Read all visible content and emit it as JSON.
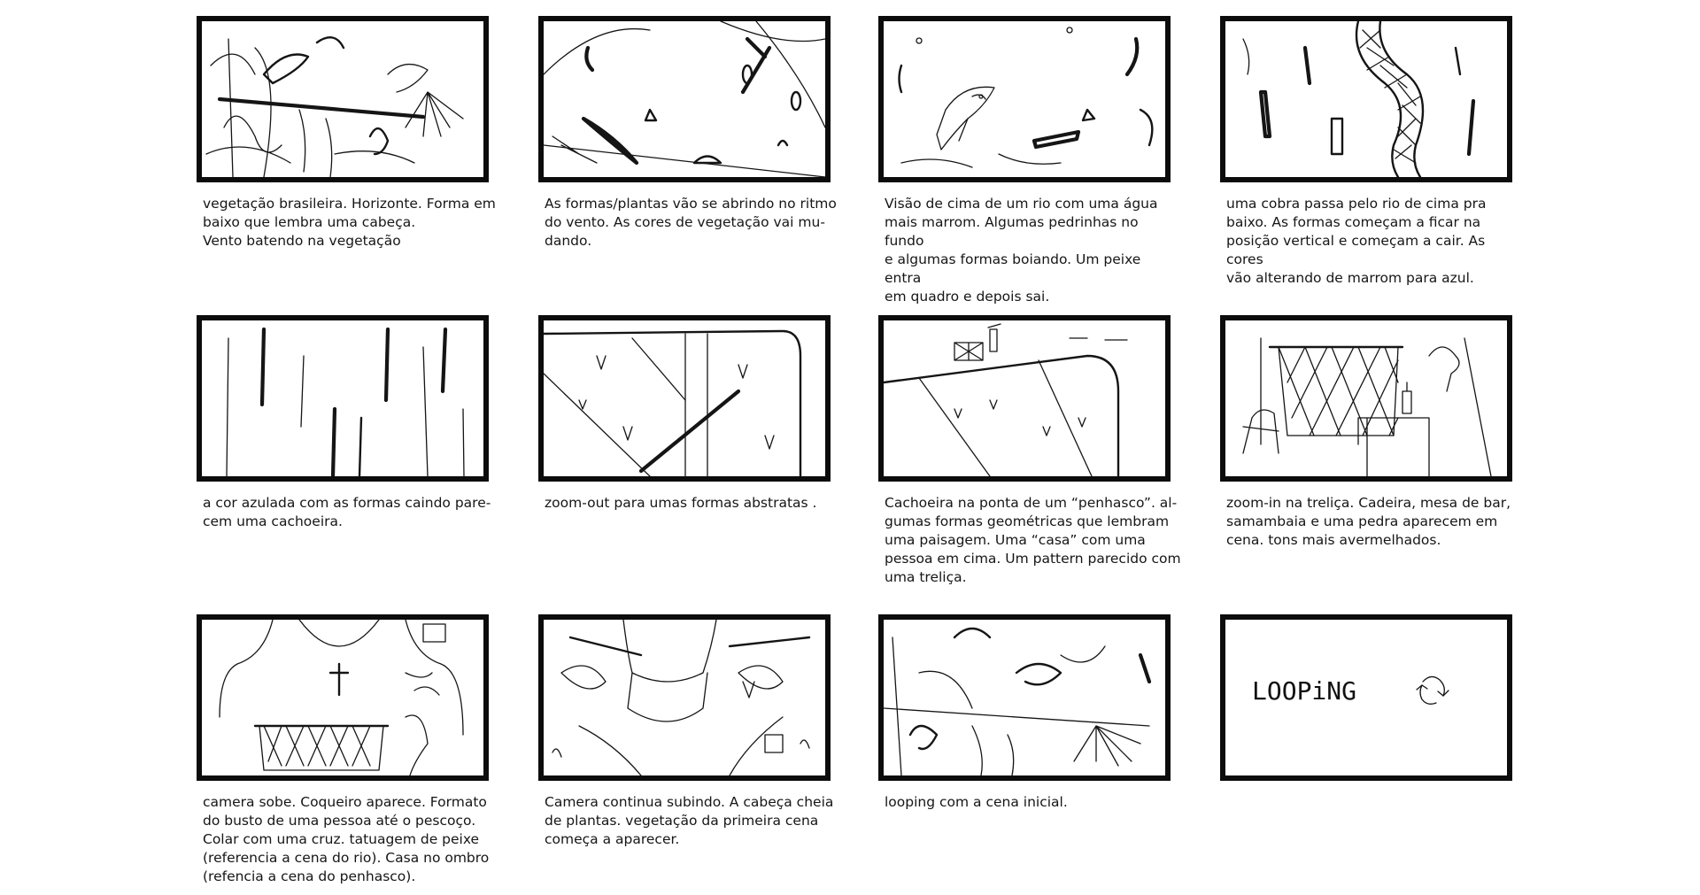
{
  "storyboard": {
    "panels": [
      {
        "caption": "vegetação brasileira. Horizonte. Forma em\nbaixo que lembra uma cabeça.\nVento batendo na vegetação"
      },
      {
        "caption": "As formas/plantas vão se abrindo no ritmo\ndo vento. As cores de vegetação vai mu-\ndando."
      },
      {
        "caption": "Visão de cima de um rio com uma água\nmais marrom. Algumas pedrinhas no fundo\ne algumas formas boiando. Um peixe entra\nem quadro e depois sai."
      },
      {
        "caption": "uma cobra passa pelo rio de cima pra\nbaixo. As formas começam a ficar na\nposição vertical e começam a cair. As cores\nvão alterando de marrom para azul."
      },
      {
        "caption": "a cor azulada com as formas caindo pare-\ncem uma cachoeira."
      },
      {
        "caption": "zoom-out para umas formas abstratas ."
      },
      {
        "caption": "Cachoeira na ponta de um “penhasco”. al-\ngumas formas geométricas que lembram\numa paisagem. Uma “casa” com uma\npessoa em cima. Um pattern parecido com\numa treliça."
      },
      {
        "caption": "zoom-in na treliça. Cadeira, mesa de bar,\nsamambaia e uma pedra aparecem em\ncena. tons mais avermelhados."
      },
      {
        "caption": "camera sobe. Coqueiro aparece. Formato\ndo busto de uma pessoa até o pescoço.\nColar com uma cruz. tatuagem de peixe\n(referencia a cena do rio). Casa no ombro\n(refencia a cena do penhasco)."
      },
      {
        "caption": "Camera continua subindo. A cabeça cheia\nde plantas. vegetação da primeira cena\ncomeça a aparecer."
      },
      {
        "caption": "looping com a cena inicial."
      },
      {
        "caption": ""
      }
    ],
    "looping_label": "LOOPiNG",
    "looping_icon": "loop-arrows-icon"
  }
}
